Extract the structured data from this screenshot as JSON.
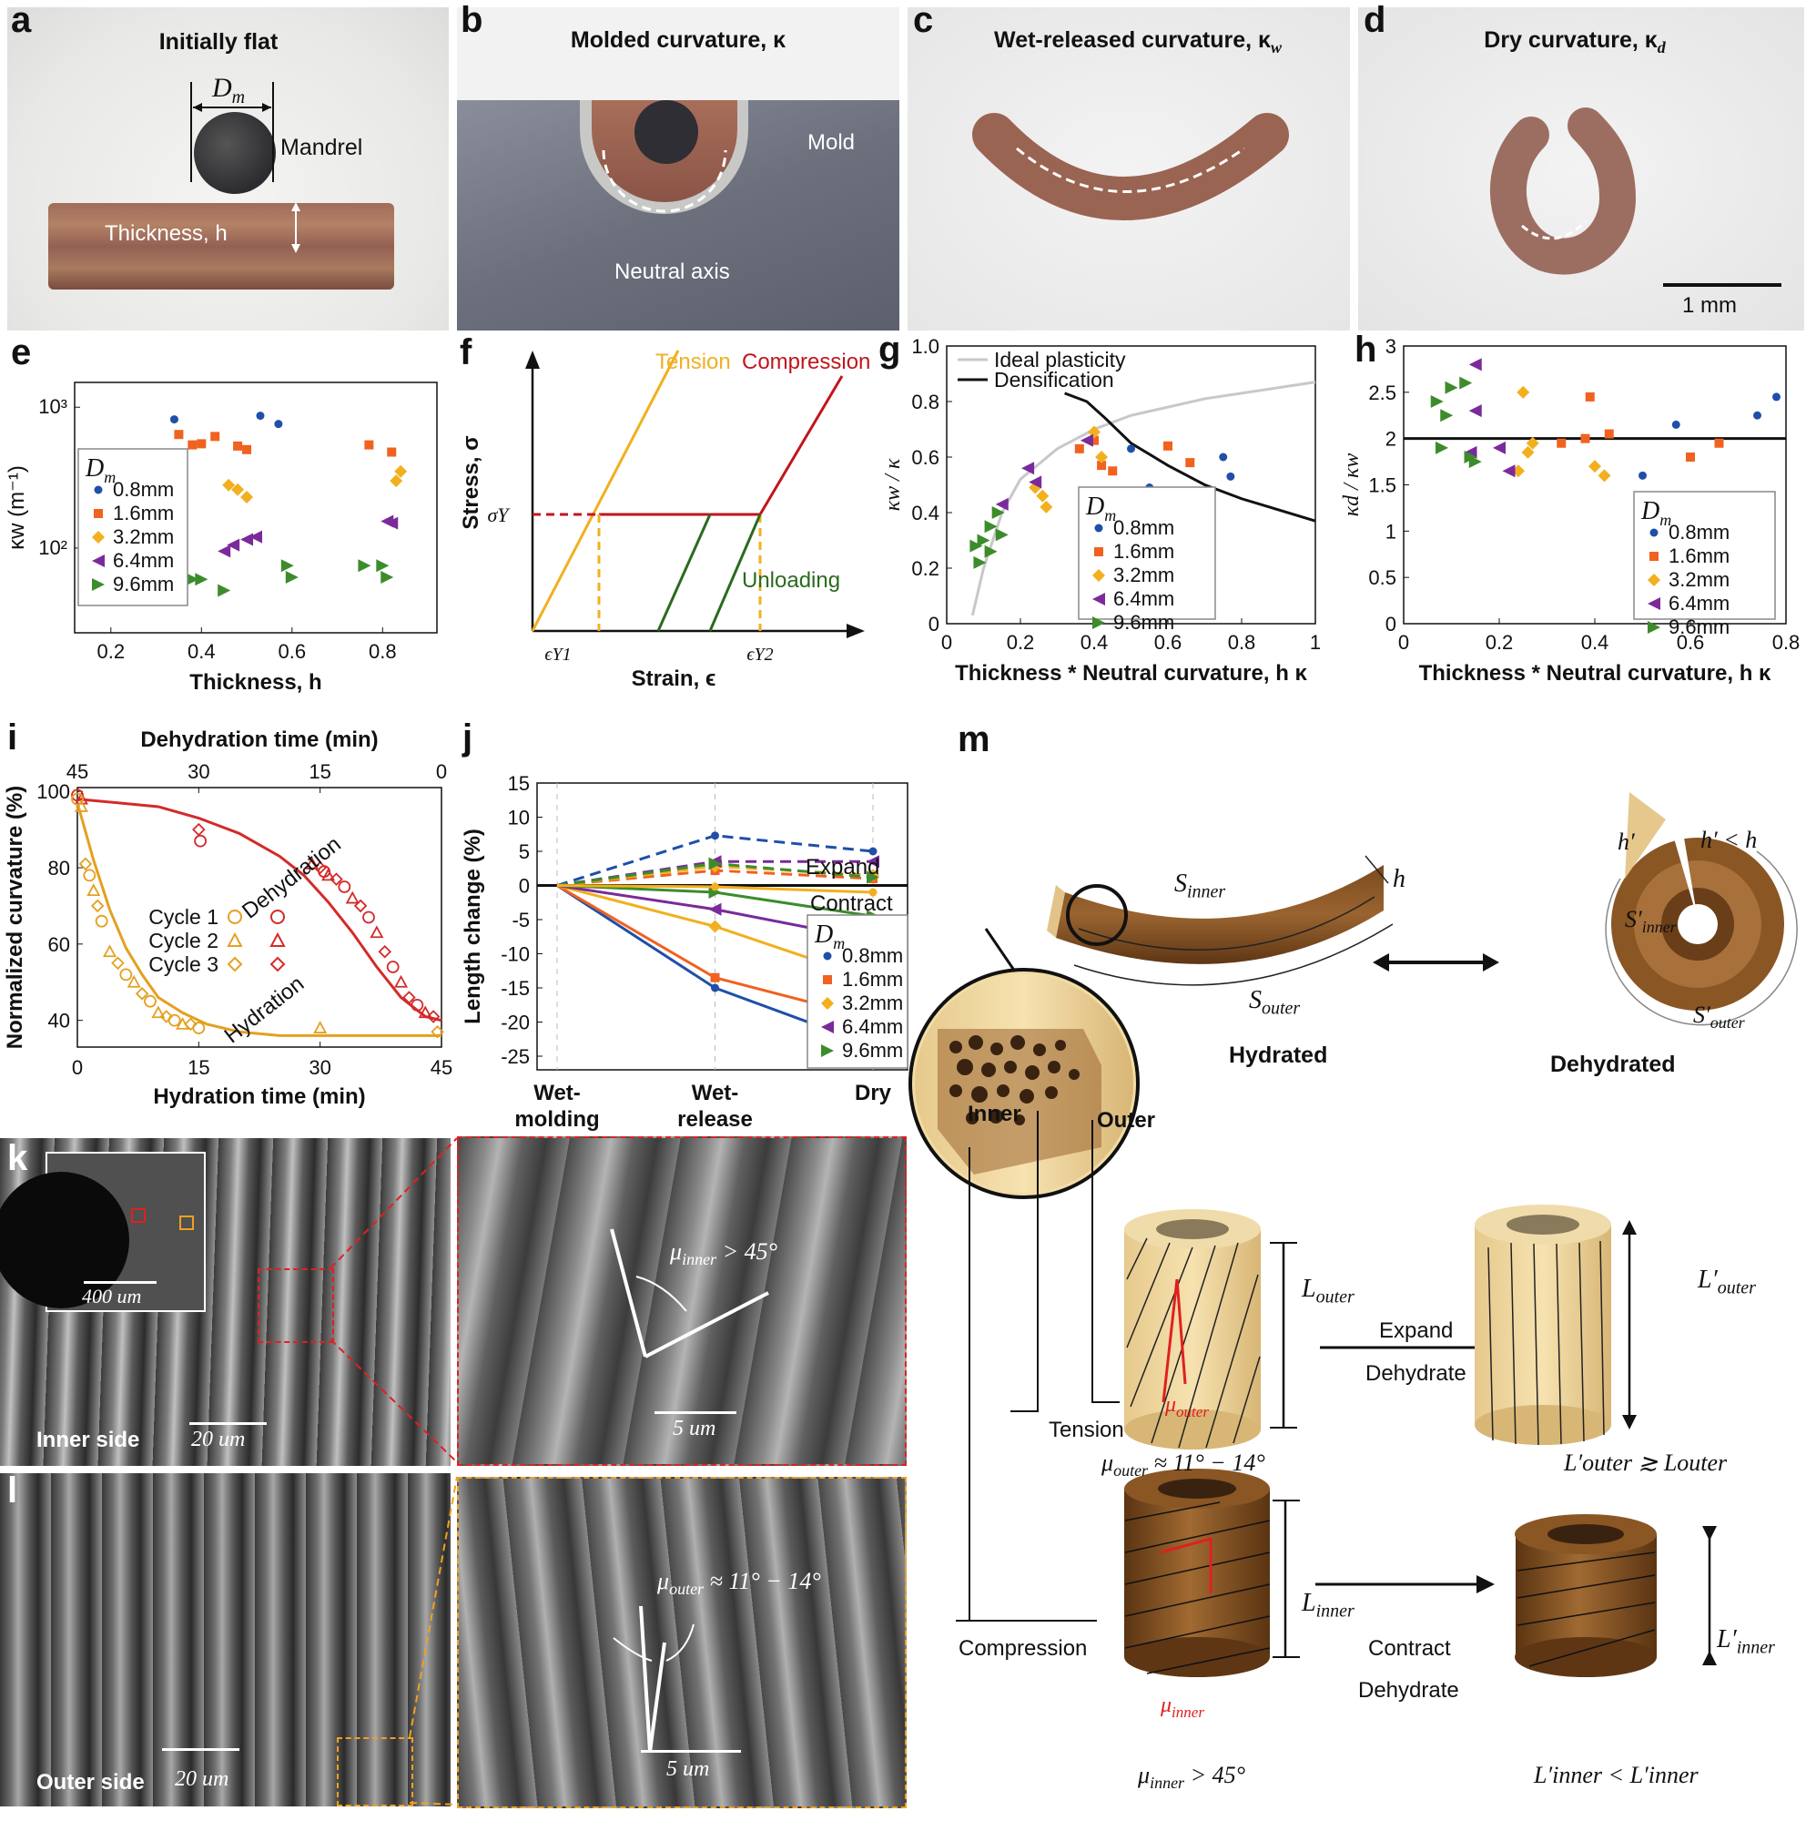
{
  "panels": {
    "a": {
      "label": "a",
      "title": "Initially flat",
      "dm": "D",
      "dm_sub": "m",
      "mandrel": "Mandrel",
      "thickness": "Thickness, h"
    },
    "b": {
      "label": "b",
      "title": "Molded curvature, κ",
      "mold": "Mold",
      "neutral_axis": "Neutral axis"
    },
    "c": {
      "label": "c",
      "title": "Wet-released curvature, κ",
      "title_sub": "w"
    },
    "d": {
      "label": "d",
      "title": "Dry curvature, κ",
      "title_sub": "d",
      "scale": "1 mm"
    },
    "e": {
      "label": "e"
    },
    "f": {
      "label": "f"
    },
    "g": {
      "label": "g"
    },
    "h": {
      "label": "h"
    },
    "i": {
      "label": "i"
    },
    "j": {
      "label": "j"
    },
    "k": {
      "label": "k",
      "inset_scale": "400 um",
      "side": "Inner side",
      "scale": "20 um",
      "zoom_scale": "5 um",
      "angle": "μ",
      "angle_sub": "inner",
      "angle_rel": "> 45°"
    },
    "l": {
      "label": "l",
      "side": "Outer side",
      "scale": "20 um",
      "zoom_scale": "5 um",
      "angle": "μ",
      "angle_sub": "outer",
      "angle_rel": "≈ 11° − 14°"
    },
    "m": {
      "label": "m",
      "s_inner": "S",
      "s_inner_sub": "inner",
      "h": "h",
      "s_outer": "S",
      "s_outer_sub": "outer",
      "hydrated": "Hydrated",
      "h_prime": "h′",
      "h_prime_rel": "h′ < h",
      "s_inner_prime": "S′",
      "s_inner_prime_sub": "inner",
      "s_outer_prime": "S′",
      "s_outer_prime_sub": "outer",
      "dehydrated": "Dehydrated",
      "inner": "Inner",
      "outer": "Outer",
      "l_outer": "L",
      "l_outer_sub": "outer",
      "expand": "Expand",
      "dehydrate": "Dehydrate",
      "l_outer_prime": "L′",
      "l_outer_prime_sub": "outer",
      "tension": "Tension",
      "mu_outer": "μ",
      "mu_outer_sub": "outer",
      "mu_outer_rel": "≈ 11° − 14°",
      "l_outer_rel": "L′outer ≳ Louter",
      "l_inner": "L",
      "l_inner_sub": "inner",
      "contract": "Contract",
      "l_inner_prime": "L′",
      "l_inner_prime_sub": "inner",
      "compression": "Compression",
      "mu_inner": "μ",
      "mu_inner_sub": "inner",
      "mu_inner_rel": "> 45°",
      "l_inner_rel": "L′inner < L′inner"
    }
  },
  "legend_dm": {
    "title": "D",
    "title_sub": "m",
    "items": [
      "0.8mm",
      "1.6mm",
      "3.2mm",
      "6.4mm",
      "9.6mm"
    ]
  },
  "colors": {
    "s08": "#1f4fa8",
    "s16": "#f0621f",
    "s32": "#f2b01e",
    "s64": "#7a2a9a",
    "s96": "#3c8c2c",
    "tension": "#f0b020",
    "compression": "#c0161c",
    "unloading": "#2a6a1e",
    "dehydration": "#d42a2a",
    "hydration": "#e4a020",
    "ideal": "#c8c8c8"
  },
  "chart_data": [
    {
      "id": "e",
      "type": "scatter",
      "xlabel": "Thickness, h",
      "ylabel": "κw (m⁻¹)",
      "xlim": [
        0.12,
        0.92
      ],
      "ylog": true,
      "ylim": [
        25,
        1500
      ],
      "xticks": [
        "0.2",
        "0.4",
        "0.6",
        "0.8"
      ],
      "yticks": [
        "10²",
        "10³"
      ],
      "legend": "left",
      "series": [
        {
          "name": "0.8mm",
          "marker": "circle",
          "x": [
            0.34,
            0.53,
            0.57
          ],
          "y": [
            820,
            870,
            760
          ]
        },
        {
          "name": "1.6mm",
          "marker": "square",
          "x": [
            0.35,
            0.38,
            0.4,
            0.43,
            0.48,
            0.5,
            0.77,
            0.82
          ],
          "y": [
            640,
            540,
            550,
            620,
            530,
            500,
            540,
            480
          ]
        },
        {
          "name": "3.2mm",
          "marker": "diamond",
          "x": [
            0.46,
            0.48,
            0.5,
            0.84,
            0.83
          ],
          "y": [
            280,
            260,
            230,
            350,
            300
          ]
        },
        {
          "name": "6.4mm",
          "marker": "triangle-left",
          "x": [
            0.45,
            0.47,
            0.5,
            0.52,
            0.81,
            0.82
          ],
          "y": [
            95,
            105,
            115,
            120,
            155,
            150
          ]
        },
        {
          "name": "9.6mm",
          "marker": "triangle-right",
          "x": [
            0.38,
            0.4,
            0.45,
            0.59,
            0.6,
            0.76,
            0.8,
            0.81
          ],
          "y": [
            60,
            60,
            50,
            75,
            62,
            75,
            75,
            62
          ]
        }
      ]
    },
    {
      "id": "f",
      "type": "line",
      "xlabel": "Strain, ϵ",
      "ylabel": "Stress, σ",
      "series": [
        {
          "name": "Tension"
        },
        {
          "name": "Compression"
        },
        {
          "name": "Unloading"
        }
      ],
      "labels": {
        "sigma_y": "σY",
        "eps_y1": "ϵY1",
        "eps_y2": "ϵY2"
      }
    },
    {
      "id": "g",
      "type": "scatter",
      "xlabel": "Thickness * Neutral curvature, h κ",
      "ylabel": "κw / κ",
      "xlim": [
        0,
        1
      ],
      "ylim": [
        0,
        1
      ],
      "xticks": [
        "0",
        "0.2",
        "0.4",
        "0.6",
        "0.8",
        "1"
      ],
      "yticks": [
        "0",
        "0.2",
        "0.4",
        "0.6",
        "0.8",
        "1.0"
      ],
      "lines": [
        {
          "name": "Ideal plasticity",
          "x": [
            0.07,
            0.1,
            0.15,
            0.2,
            0.3,
            0.4,
            0.5,
            0.6,
            0.7,
            0.8,
            0.9,
            1.0
          ],
          "y": [
            0.03,
            0.2,
            0.4,
            0.52,
            0.63,
            0.7,
            0.75,
            0.78,
            0.81,
            0.83,
            0.85,
            0.87
          ]
        },
        {
          "name": "Densification",
          "x": [
            0.32,
            0.38,
            0.43,
            0.5,
            0.6,
            0.7,
            0.8,
            0.9,
            1.0
          ],
          "y": [
            0.83,
            0.8,
            0.74,
            0.65,
            0.57,
            0.5,
            0.45,
            0.41,
            0.37
          ]
        }
      ],
      "series": [
        {
          "name": "0.8mm",
          "marker": "circle",
          "x": [
            0.5,
            0.55,
            0.75,
            0.77
          ],
          "y": [
            0.63,
            0.49,
            0.6,
            0.53
          ]
        },
        {
          "name": "1.6mm",
          "marker": "square",
          "x": [
            0.36,
            0.4,
            0.42,
            0.45,
            0.6,
            0.66
          ],
          "y": [
            0.63,
            0.66,
            0.57,
            0.55,
            0.64,
            0.58
          ]
        },
        {
          "name": "3.2mm",
          "marker": "diamond",
          "x": [
            0.24,
            0.26,
            0.27,
            0.4,
            0.42
          ],
          "y": [
            0.49,
            0.46,
            0.42,
            0.69,
            0.6
          ]
        },
        {
          "name": "6.4mm",
          "marker": "triangle-left",
          "x": [
            0.15,
            0.22,
            0.24,
            0.38
          ],
          "y": [
            0.43,
            0.56,
            0.51,
            0.66
          ]
        },
        {
          "name": "9.6mm",
          "marker": "triangle-right",
          "x": [
            0.08,
            0.1,
            0.12,
            0.14,
            0.15,
            0.09,
            0.12
          ],
          "y": [
            0.28,
            0.3,
            0.35,
            0.4,
            0.32,
            0.22,
            0.26
          ]
        }
      ]
    },
    {
      "id": "h",
      "type": "scatter",
      "xlabel": "Thickness * Neutral curvature, h κ",
      "ylabel": "κd / κw",
      "xlim": [
        0,
        0.8
      ],
      "ylim": [
        0,
        3
      ],
      "xticks": [
        "0",
        "0.2",
        "0.4",
        "0.6",
        "0.8"
      ],
      "yticks": [
        "0",
        "0.5",
        "1",
        "1.5",
        "2",
        "2.5",
        "3"
      ],
      "reference_y": 2,
      "series": [
        {
          "name": "0.8mm",
          "marker": "circle",
          "x": [
            0.5,
            0.57,
            0.74,
            0.78
          ],
          "y": [
            1.6,
            2.15,
            2.25,
            2.45
          ]
        },
        {
          "name": "1.6mm",
          "marker": "square",
          "x": [
            0.33,
            0.38,
            0.39,
            0.43,
            0.6,
            0.66
          ],
          "y": [
            1.95,
            2.0,
            2.45,
            2.05,
            1.8,
            1.95
          ]
        },
        {
          "name": "3.2mm",
          "marker": "diamond",
          "x": [
            0.24,
            0.25,
            0.26,
            0.27,
            0.4,
            0.42
          ],
          "y": [
            1.65,
            2.5,
            1.85,
            1.95,
            1.7,
            1.6
          ]
        },
        {
          "name": "6.4mm",
          "marker": "triangle-left",
          "x": [
            0.15,
            0.15,
            0.14,
            0.2,
            0.22
          ],
          "y": [
            2.8,
            2.3,
            1.85,
            1.9,
            1.65
          ]
        },
        {
          "name": "9.6mm",
          "marker": "triangle-right",
          "x": [
            0.07,
            0.09,
            0.1,
            0.13,
            0.14,
            0.08,
            0.15
          ],
          "y": [
            2.4,
            2.25,
            2.55,
            2.6,
            1.8,
            1.9,
            1.75
          ]
        }
      ]
    },
    {
      "id": "i",
      "type": "scatter",
      "xlabel": "Hydration time (min)",
      "x2label": "Dehydration time (min)",
      "ylabel": "Normalized curvature (%)",
      "xlim": [
        0,
        45
      ],
      "ylim": [
        33,
        101
      ],
      "xticks": [
        "0",
        "15",
        "30",
        "45"
      ],
      "x2ticks": [
        "45",
        "30",
        "15",
        "0"
      ],
      "yticks": [
        "40",
        "60",
        "80",
        "100"
      ],
      "annotations": [
        "Dehydration",
        "Hydration"
      ],
      "legend": [
        "Cycle 1",
        "Cycle 2",
        "Cycle 3"
      ],
      "fits": [
        {
          "name": "Dehydration",
          "x": [
            0,
            5,
            10,
            15,
            20,
            25,
            28,
            31,
            34,
            37,
            40,
            43,
            45
          ],
          "y": [
            98,
            97,
            96,
            93,
            89,
            83,
            78,
            71,
            63,
            54,
            46,
            41,
            40
          ]
        },
        {
          "name": "Hydration",
          "x": [
            0,
            2,
            4,
            6,
            8,
            10,
            13,
            16,
            20,
            25,
            30,
            35,
            40,
            45
          ],
          "y": [
            97,
            82,
            69,
            59,
            52,
            46,
            42,
            39,
            37,
            36,
            36,
            36,
            36,
            36
          ]
        }
      ],
      "series": [
        {
          "name": "Dehydration data",
          "x": [
            0,
            0.5,
            15,
            15.2,
            29,
            30,
            30.5,
            31,
            32,
            33,
            34,
            35,
            36,
            37,
            38,
            39,
            40,
            41,
            42,
            43,
            44
          ],
          "y": [
            99,
            98,
            90,
            87,
            81,
            80,
            79,
            78,
            77,
            75,
            72,
            70,
            67,
            63,
            58,
            54,
            50,
            46,
            44,
            42,
            41
          ]
        },
        {
          "name": "Hydration data",
          "x": [
            0,
            0.5,
            1,
            1.5,
            2,
            2.5,
            3,
            4,
            5,
            6,
            7,
            8,
            9,
            10,
            11,
            12,
            13,
            14,
            15,
            30,
            44.5
          ],
          "y": [
            98,
            96,
            81,
            78,
            74,
            70,
            66,
            58,
            55,
            52,
            50,
            47,
            45,
            42,
            41,
            40,
            39,
            39,
            38,
            38,
            37
          ]
        }
      ]
    },
    {
      "id": "j",
      "type": "line",
      "xlabel": "",
      "ylabel": "Length change (%)",
      "categories": [
        "Wet-molding",
        "Wet-release",
        "Dry"
      ],
      "ylim": [
        -27,
        15
      ],
      "yticks": [
        "15",
        "10",
        "5",
        "0",
        "-5",
        "-10",
        "-15",
        "-20",
        "-25"
      ],
      "annotations": [
        "Expand",
        "Contract"
      ],
      "series": [
        {
          "name": "0.8mm",
          "dashed": true,
          "values": [
            0,
            7.3,
            5
          ]
        },
        {
          "name": "1.6mm",
          "dashed": true,
          "values": [
            0,
            2.2,
            1
          ]
        },
        {
          "name": "3.2mm",
          "dashed": true,
          "values": [
            0,
            2.8,
            1.5
          ]
        },
        {
          "name": "6.4mm",
          "dashed": true,
          "values": [
            0,
            3.5,
            3.5
          ]
        },
        {
          "name": "9.6mm",
          "dashed": true,
          "values": [
            0,
            3.2,
            1.2
          ]
        },
        {
          "name": "0.8mm",
          "dashed": false,
          "values": [
            0,
            -15,
            -23.5
          ]
        },
        {
          "name": "1.6mm",
          "dashed": false,
          "values": [
            0,
            -13.5,
            -19.5
          ]
        },
        {
          "name": "3.2mm",
          "dashed": false,
          "values": [
            0,
            -6,
            -13.8
          ]
        },
        {
          "name": "6.4mm",
          "dashed": false,
          "values": [
            0,
            -3.5,
            -8
          ]
        },
        {
          "name": "9.6mm",
          "dashed": false,
          "values": [
            0,
            -1,
            -4.5
          ]
        },
        {
          "name": "3.2mm",
          "dashed": false,
          "values": [
            0,
            -0.2,
            -1
          ]
        }
      ]
    }
  ]
}
